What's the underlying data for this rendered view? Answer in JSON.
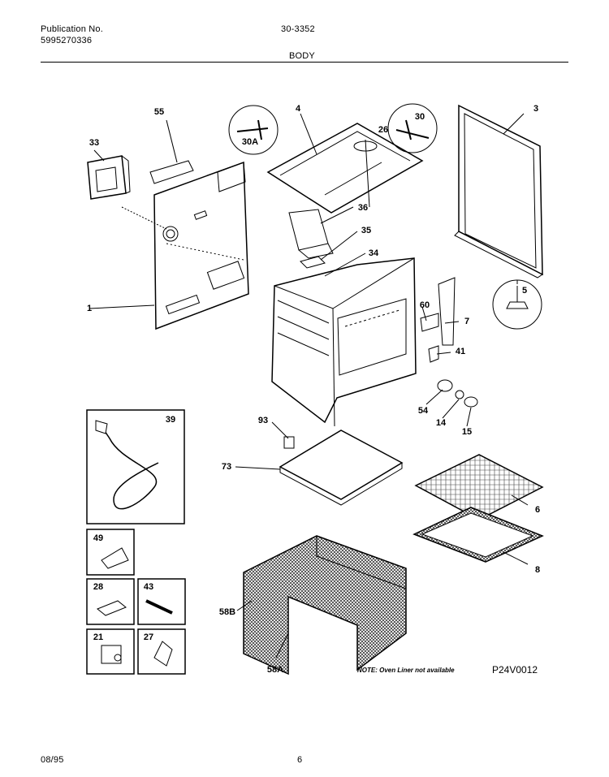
{
  "header": {
    "publication_label": "Publication No.",
    "publication_number": "5995270336",
    "model": "30-3352",
    "section": "BODY"
  },
  "callouts": [
    "1",
    "3",
    "4",
    "5",
    "6",
    "7",
    "8",
    "14",
    "15",
    "21",
    "26",
    "27",
    "28",
    "30",
    "30A",
    "33",
    "34",
    "35",
    "36",
    "39",
    "41",
    "43",
    "49",
    "54",
    "55",
    "58A",
    "58B",
    "60",
    "73",
    "93"
  ],
  "note": "NOTE: Oven Liner not available",
  "diagram_code": "P24V0012",
  "footer": {
    "date": "08/95",
    "page": "6"
  }
}
